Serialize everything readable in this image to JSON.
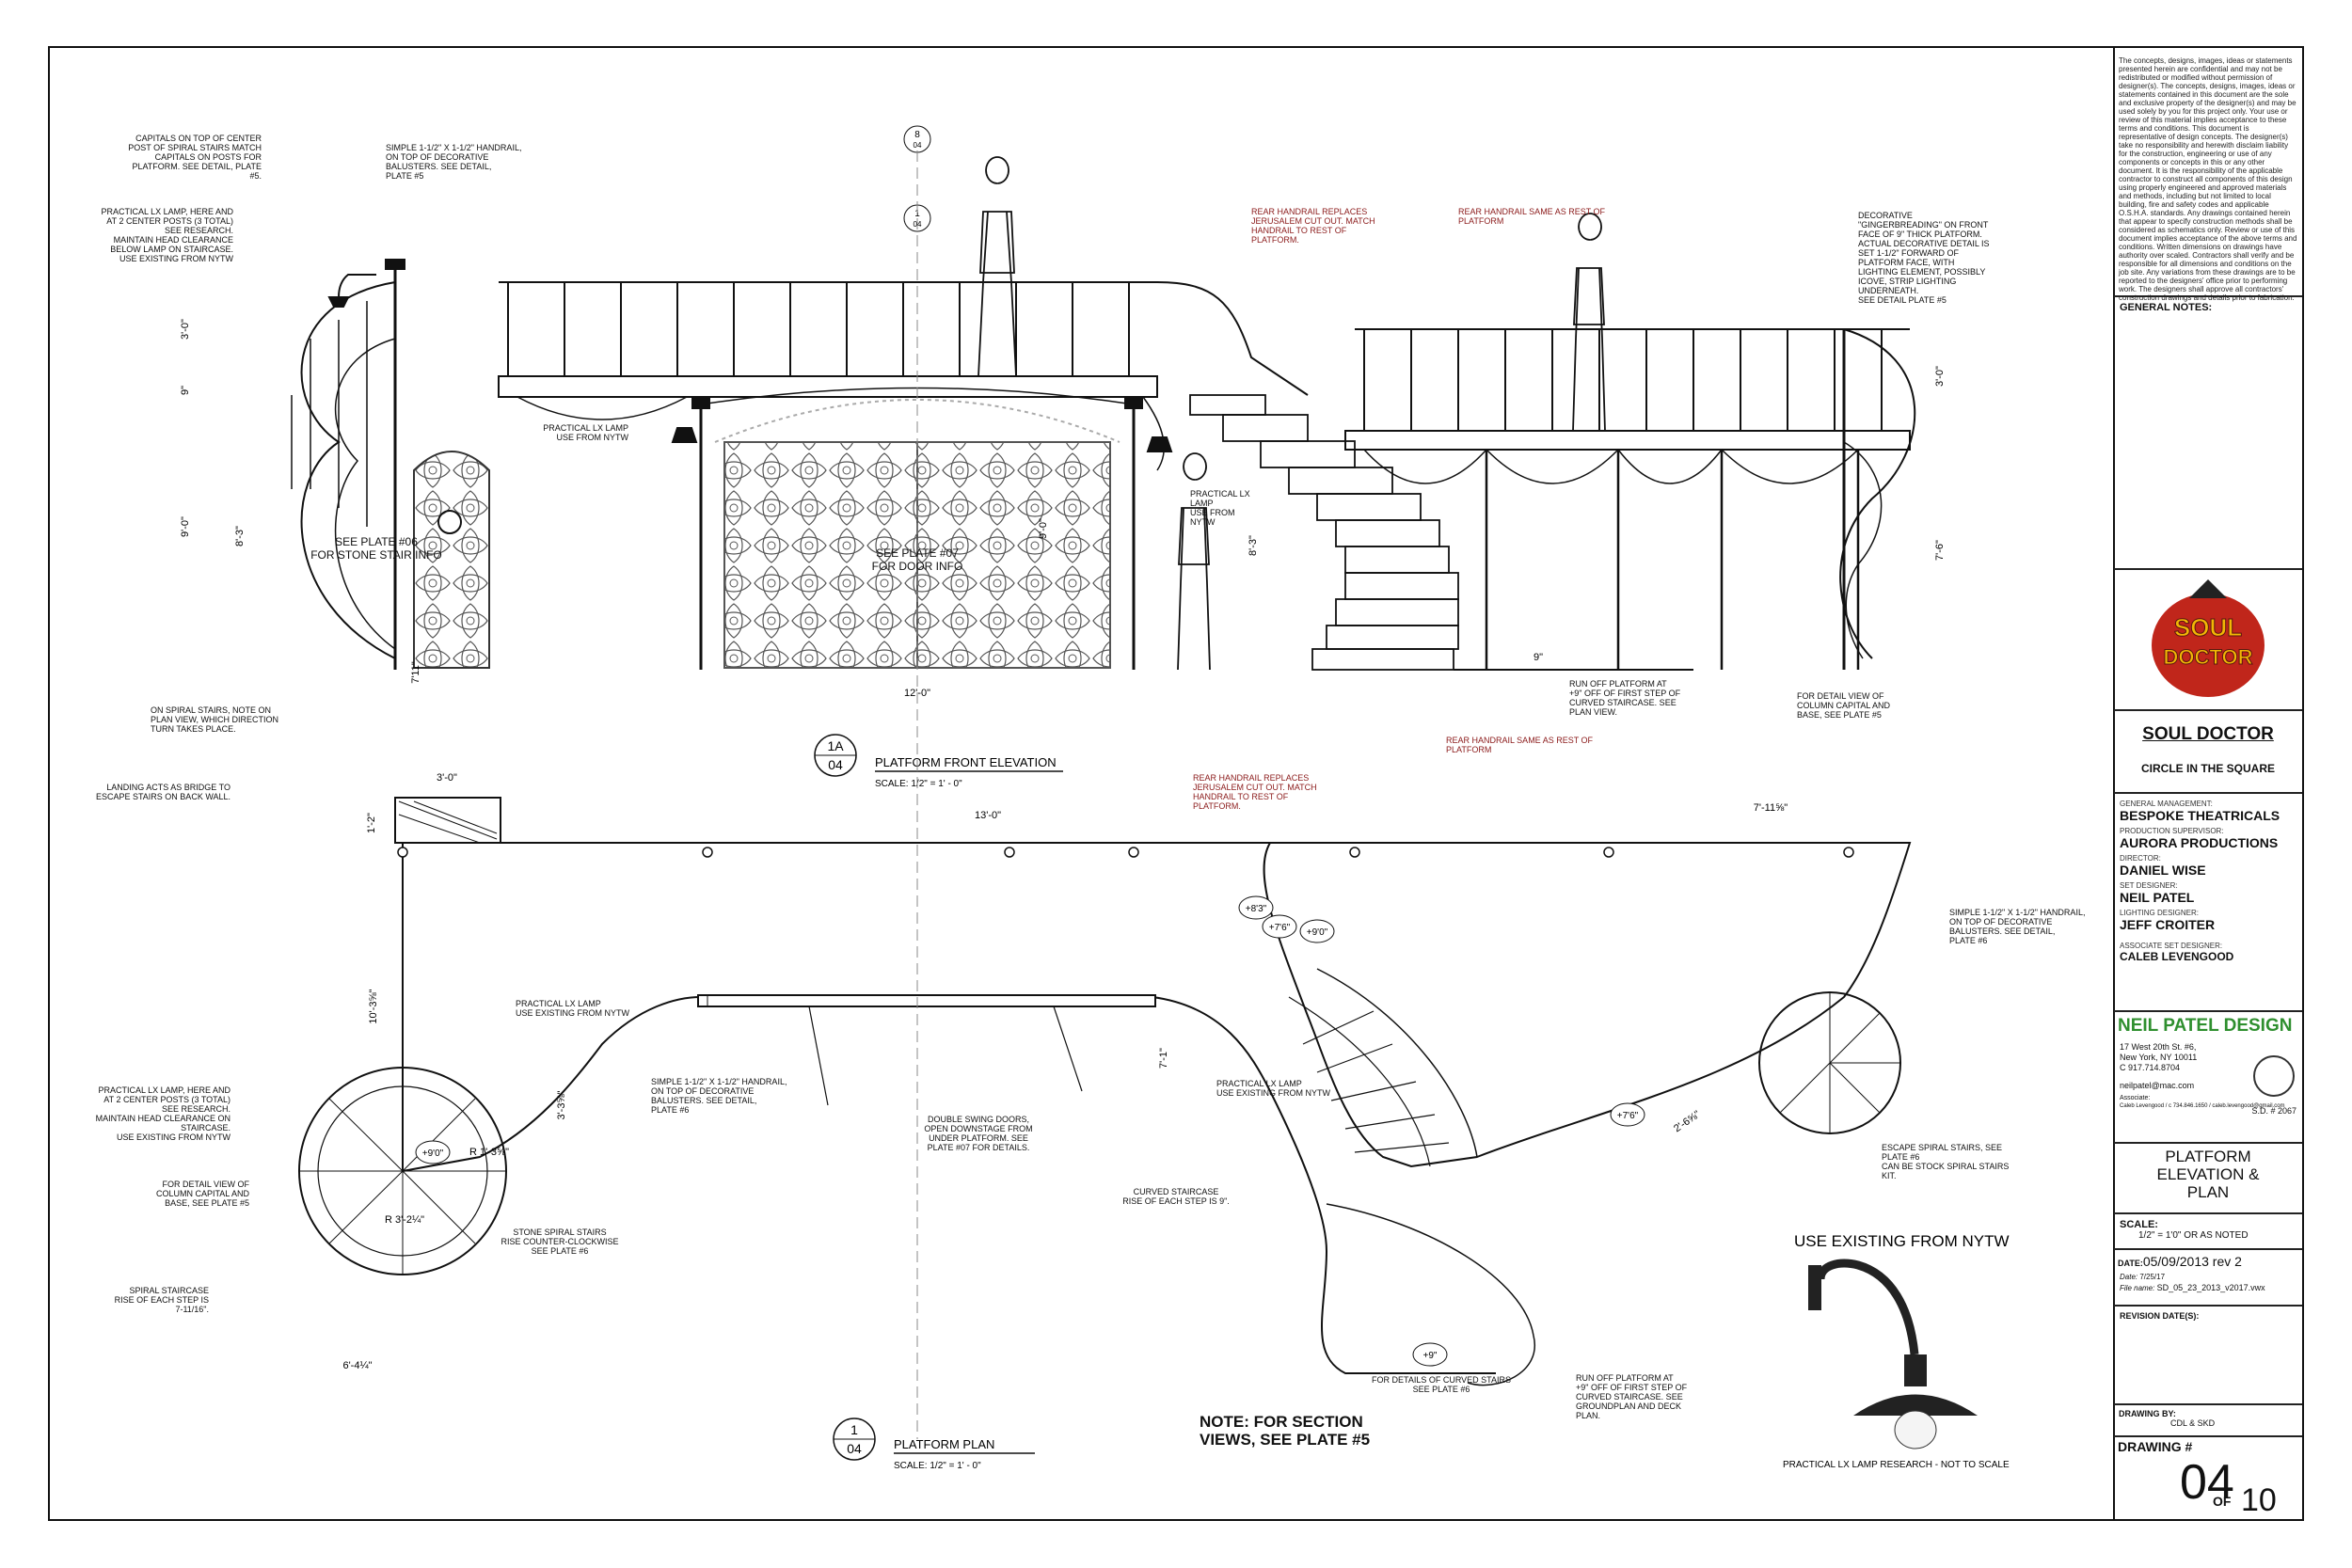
{
  "views": {
    "elevation": {
      "tag": "1A",
      "sheet": "04",
      "title": "PLATFORM FRONT ELEVATION",
      "scale": "SCALE: 1/2\" = 1' - 0\""
    },
    "plan": {
      "tag": "1",
      "sheet": "04",
      "title": "PLATFORM PLAN",
      "scale": "SCALE: 1/2\" = 1' - 0\""
    }
  },
  "section_marks": [
    {
      "num": "8",
      "sheet": "04"
    },
    {
      "num": "1",
      "sheet": "04"
    }
  ],
  "notes": {
    "capitals": [
      "CAPITALS ON TOP OF CENTER",
      "POST OF SPIRAL STAIRS MATCH",
      "CAPITALS ON POSTS FOR",
      "PLATFORM. SEE DETAIL, PLATE",
      "#5."
    ],
    "handrail_elev": [
      "SIMPLE 1-1/2\" X 1-1/2\" HANDRAIL,",
      "ON TOP OF DECORATIVE",
      "BALUSTERS. SEE DETAIL,",
      "PLATE #5"
    ],
    "lamp_elev": [
      "PRACTICAL LX LAMP, HERE AND",
      "AT 2 CENTER POSTS (3 TOTAL)",
      "SEE RESEARCH.",
      "MAINTAIN HEAD CLEARANCE",
      "BELOW LAMP ON STAIRCASE.",
      "USE EXISTING FROM NYTW"
    ],
    "rear_handrail_elev": [
      "REAR HANDRAIL REPLACES",
      "JERUSALEM CUT OUT. MATCH",
      "HANDRAIL TO REST OF",
      "PLATFORM."
    ],
    "rear_same_elev": [
      "REAR HANDRAIL SAME AS REST OF",
      "PLATFORM"
    ],
    "gingerbread": [
      "DECORATIVE",
      "\"GINGERBREADING\" ON FRONT",
      "FACE OF 9\" THICK PLATFORM.",
      "ACTUAL DECORATIVE DETAIL IS",
      "SET 1-1/2\" FORWARD OF",
      "PLATFORM FACE, WITH",
      "LIGHTING ELEMENT, POSSIBLY",
      "ICOVE, STRIP LIGHTING",
      "UNDERNEATH.",
      "SEE DETAIL PLATE #5"
    ],
    "lamp_nytw_elev": [
      "PRACTICAL LX LAMP",
      "USE FROM NYTW"
    ],
    "lamp_center": [
      "PRACTICAL LX",
      "LAMP",
      "USE FROM",
      "NYTW"
    ],
    "plate06": [
      "SEE PLATE #06",
      "FOR STONE STAIR INFO"
    ],
    "plate07": [
      "SEE PLATE #07",
      "FOR DOOR INFO"
    ],
    "spiral_direction": [
      "ON SPIRAL STAIRS, NOTE ON",
      "PLAN VIEW, WHICH DIRECTION",
      "TURN TAKES PLACE."
    ],
    "runoff_elev": [
      "RUN OFF PLATFORM AT",
      "+9\" OFF OF FIRST STEP OF",
      "CURVED STAIRCASE. SEE",
      "PLAN VIEW."
    ],
    "column_detail_elev": [
      "FOR DETAIL VIEW OF",
      "COLUMN CAPITAL AND",
      "BASE, SEE PLATE #5"
    ],
    "landing": [
      "LANDING ACTS AS BRIDGE TO",
      "ESCAPE STAIRS ON BACK WALL."
    ],
    "rear_handrail_plan": [
      "REAR HANDRAIL REPLACES",
      "JERUSALEM CUT OUT. MATCH",
      "HANDRAIL TO REST OF",
      "PLATFORM."
    ],
    "rear_same_plan": [
      "REAR HANDRAIL SAME AS REST OF",
      "PLATFORM"
    ],
    "handrail_plan_right": [
      "SIMPLE 1-1/2\" X 1-1/2\" HANDRAIL,",
      "ON TOP OF DECORATIVE",
      "BALUSTERS. SEE DETAIL,",
      "PLATE #6"
    ],
    "lamp_plan_left": [
      "PRACTICAL LX LAMP",
      "USE EXISTING FROM NYTW"
    ],
    "handrail_plan_mid": [
      "SIMPLE 1-1/2\" X 1-1/2\" HANDRAIL,",
      "ON TOP OF DECORATIVE",
      "BALUSTERS. SEE DETAIL,",
      "PLATE #6"
    ],
    "double_doors": [
      "DOUBLE SWING DOORS,",
      "OPEN DOWNSTAGE FROM",
      "UNDER PLATFORM. SEE",
      "PLATE #07 FOR DETAILS."
    ],
    "lamp_plan_mid": [
      "PRACTICAL LX LAMP",
      "USE EXISTING FROM NYTW"
    ],
    "lamp_plan_bottom": [
      "PRACTICAL LX LAMP, HERE AND",
      "AT 2 CENTER POSTS (3 TOTAL)",
      "SEE RESEARCH.",
      "MAINTAIN HEAD CLEARANCE ON",
      "STAIRCASE.",
      "USE EXISTING FROM NYTW"
    ],
    "column_detail_plan": [
      "FOR DETAIL VIEW OF",
      "COLUMN CAPITAL AND",
      "BASE, SEE PLATE #5"
    ],
    "spiral_rise": [
      "SPIRAL STAIRCASE",
      "RISE OF EACH STEP IS",
      "7-11/16\"."
    ],
    "stone_spiral": [
      "STONE SPIRAL STAIRS",
      "RISE COUNTER-CLOCKWISE",
      "SEE PLATE #6"
    ],
    "curved_rise": [
      "CURVED STAIRCASE",
      "RISE OF EACH STEP IS 9\"."
    ],
    "curved_details": [
      "FOR DETAILS OF CURVED STAIRS",
      "SEE PLATE #6"
    ],
    "runoff_plan": [
      "RUN OFF PLATFORM AT",
      "+9\" OFF OF FIRST STEP OF",
      "CURVED STAIRCASE. SEE",
      "GROUNDPLAN AND DECK",
      "PLAN."
    ],
    "escape_stairs": [
      "ESCAPE SPIRAL STAIRS, SEE",
      "PLATE #6",
      "CAN BE STOCK SPIRAL STAIRS",
      "KIT."
    ],
    "section_note": [
      "NOTE: FOR SECTION",
      "VIEWS, SEE PLATE #5"
    ]
  },
  "dims": {
    "e_3_0": "3'-0\"",
    "e_9": "9\"",
    "e_9_0": "9'-0\"",
    "e_8_3": "8'-3\"",
    "e_7_11": "7'11\"",
    "e_12_0": "12'-0\"",
    "e_9_0b": "9'-0\"",
    "e_8_3b": "8'-3\"",
    "e_9in": "9\"",
    "e_3_0r": "3'-0\"",
    "e_7_6": "7'-6\"",
    "p_3_0": "3'-0\"",
    "p_1_2": "1'-2\"",
    "p_13_0": "13'-0\"",
    "p_7_11": "7'-11⅝\"",
    "p_10_3": "10'-3⅝\"",
    "p_6_4": "6'-4¼\"",
    "p_3_3": "3'-3⅝\"",
    "p_r1": "R 1'-3⅝\"",
    "p_r3": "R 3'-2¼\"",
    "p_7_1": "7'-1\"",
    "p_2_6": "2'-6⅝\""
  },
  "elevations": [
    "+9'0\"",
    "+8'3\"",
    "+7'6\"",
    "+9'0\"",
    "+7'6\"",
    "+9\""
  ],
  "lamp_research": {
    "title": "USE EXISTING FROM NYTW",
    "caption": "PRACTICAL LX LAMP RESEARCH - NOT TO SCALE"
  },
  "title_block": {
    "disclaimer": "The concepts, designs, images, ideas or statements presented herein are confidential and may not be redistributed or modified without permission of designer(s). The concepts, designs, images, ideas or statements contained in this document are the sole and exclusive property of the designer(s) and may be used solely by you for this project only. Your use or review of this material implies acceptance to these terms and conditions. This document is representative of design concepts. The designer(s) take no responsibility and herewith disclaim liability for the construction, engineering or use of any components or concepts in this or any other document. It is the responsibility of the applicable contractor to construct all components of this design using properly engineered and approved materials and methods, including but not limited to local building, fire and safety codes and applicable O.S.H.A. standards. Any drawings contained herein that appear to specify construction methods shall be considered as schematics only. Review or use of this document implies acceptance of the above terms and conditions. Written dimensions on drawings have authority over scaled. Contractors shall verify and be responsible for all dimensions and conditions on the job site. Any variations from these drawings are to be reported to the designers' office prior to performing work. The designers shall approve all contractors' construction drawings and details prior to fabrication.",
    "general_notes_label": "GENERAL NOTES:",
    "show_logo_text": "SOUL DOCTOR",
    "show_title": "SOUL DOCTOR",
    "venue": "CIRCLE IN THE SQUARE",
    "general_management_label": "GENERAL MANAGEMENT:",
    "general_management": "BESPOKE THEATRICALS",
    "production_supervisor_label": "PRODUCTION SUPERVISOR:",
    "production_supervisor": "AURORA PRODUCTIONS",
    "director_label": "DIRECTOR:",
    "director": "DANIEL WISE",
    "set_designer_label": "SET DESIGNER:",
    "set_designer": "NEIL PATEL",
    "lighting_designer_label": "LIGHTING DESIGNER:",
    "lighting_designer": "JEFF CROITER",
    "associate_label": "ASSOCIATE SET DESIGNER:",
    "associate": "CALEB LEVENGOOD",
    "firm": "NEIL PATEL DESIGN",
    "address": [
      "17 West 20th St. #6,",
      "New York, NY 10011",
      "C 917.714.8704"
    ],
    "email": "neilpatel@mac.com",
    "associate_line_label": "Associate:",
    "associate_line": "Caleb Levengood / c 734.846.1650 / caleb.levengood@gmail.com",
    "sd": "S.D. # 2067",
    "drawing_title": [
      "PLATFORM",
      "ELEVATION &",
      "PLAN"
    ],
    "scale_label": "SCALE:",
    "scale": "1/2\" = 1'0\" OR AS NOTED",
    "date_label": "DATE:",
    "date": "05/09/2013 rev 2",
    "date2_label": "Date:",
    "date2": "7/25/17",
    "file_label": "File name:",
    "file": "SD_05_23_2013_v2017.vwx",
    "revision_label": "REVISION DATE(S):",
    "drawn_by_label": "DRAWING BY:",
    "drawn_by": "CDL & SKD",
    "drawing_num_label": "DRAWING #",
    "drawing_num": "04",
    "of_label": "OF",
    "of_total": "10"
  },
  "colors": {
    "ink": "#111111",
    "red_note": "#8b1a1a",
    "logo_red": "#c0261b",
    "logo_yellow": "#f2b705",
    "firm_green": "#2f8f2f"
  }
}
